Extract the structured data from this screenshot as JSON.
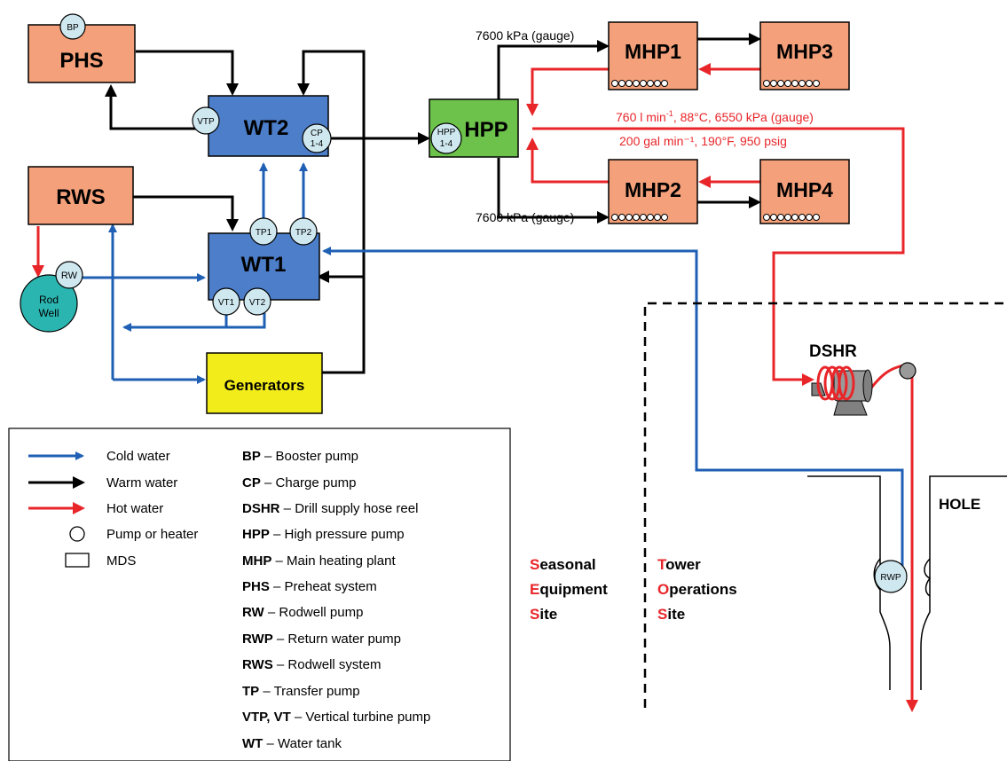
{
  "colors": {
    "cold_water": "#1f5fb4",
    "warm_water": "#000000",
    "hot_water": "#e8262a",
    "box_orange": "#f4a07a",
    "box_blue": "#4d7ec9",
    "box_green": "#6cc24a",
    "box_yellow": "#f2ec1b",
    "pump_fill": "#cfe8f0",
    "rodwell_fill": "#2bb5b0"
  },
  "units": {
    "phs": "PHS",
    "rws": "RWS",
    "wt2": "WT2",
    "wt1": "WT1",
    "hpp": "HPP",
    "mhp1": "MHP1",
    "mhp2": "MHP2",
    "mhp3": "MHP3",
    "mhp4": "MHP4",
    "generators": "Generators",
    "dshr": "DSHR",
    "hole": "HOLE"
  },
  "pumps": {
    "bp": "BP",
    "vtp": "VTP",
    "cp_line1": "CP",
    "cp_line2": "1-4",
    "hpp_line1": "HPP",
    "hpp_line2": "1-4",
    "tp1": "TP1",
    "tp2": "TP2",
    "vt1": "VT1",
    "vt2": "VT2",
    "rw": "RW",
    "rwp": "RWP",
    "rod_line1": "Rod",
    "rod_line2": "Well"
  },
  "annotations": {
    "pressure_top": "7600 kPa (gauge)",
    "pressure_bottom": "7600 kPa (gauge)",
    "hot_spec_si_a": "760 l min",
    "hot_spec_si_sup": "-1",
    "hot_spec_si_b": ", 88°C, 6550 kPa (gauge)",
    "hot_spec_us": "200 gal min⁻¹, 190°F,  950 psig"
  },
  "sites": {
    "seasonal": [
      {
        "initial": "S",
        "rest": "easonal"
      },
      {
        "initial": "E",
        "rest": "quipment"
      },
      {
        "initial": "S",
        "rest": "ite"
      }
    ],
    "tower": [
      {
        "initial": "T",
        "rest": "ower"
      },
      {
        "initial": "O",
        "rest": "perations"
      },
      {
        "initial": "S",
        "rest": "ite"
      }
    ]
  },
  "legend": {
    "symbols": [
      {
        "icon": "cold-water-arrow",
        "label": "Cold water"
      },
      {
        "icon": "warm-water-arrow",
        "label": "Warm water"
      },
      {
        "icon": "hot-water-arrow",
        "label": "Hot water"
      },
      {
        "icon": "pump-circle",
        "label": "Pump or heater"
      },
      {
        "icon": "mds-rectangle",
        "label": "MDS"
      }
    ],
    "abbreviations": [
      {
        "abbr": "BP",
        "def": " – Booster pump"
      },
      {
        "abbr": "CP",
        "def": " – Charge pump"
      },
      {
        "abbr": "DSHR",
        "def": " – Drill supply hose reel"
      },
      {
        "abbr": "HPP",
        "def": " – High pressure pump"
      },
      {
        "abbr": "MHP",
        "def": " – Main heating plant"
      },
      {
        "abbr": "PHS",
        "def": " – Preheat system"
      },
      {
        "abbr": "RW",
        "def": " – Rodwell pump"
      },
      {
        "abbr": "RWP",
        "def": " – Return water pump"
      },
      {
        "abbr": "RWS",
        "def": " – Rodwell system"
      },
      {
        "abbr": "TP",
        "def": " – Transfer pump"
      },
      {
        "abbr": "VTP, VT",
        "def": " – Vertical turbine pump"
      },
      {
        "abbr": "WT",
        "def": " – Water tank"
      }
    ]
  }
}
